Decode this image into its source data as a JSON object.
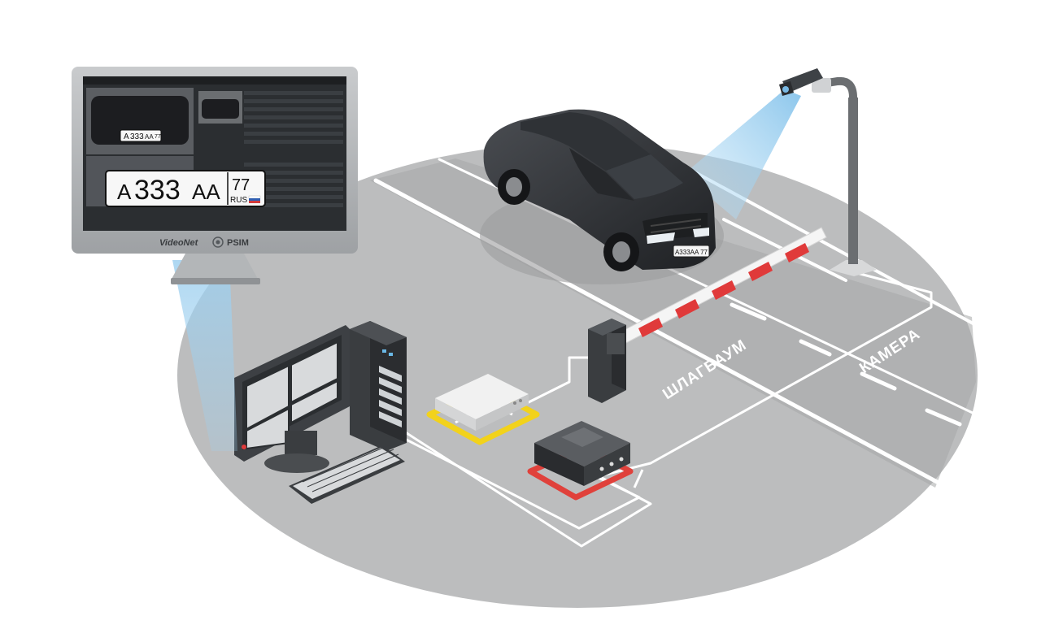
{
  "monitor": {
    "brand": "VideoNet",
    "product": "PSIM",
    "plate_small": {
      "series_left": "A",
      "digits": "333",
      "series_right": "AA",
      "region": "77"
    },
    "plate_large": {
      "series_left": "A",
      "digits": "333",
      "series_right": "AA",
      "region": "77",
      "country": "RUS"
    }
  },
  "car": {
    "plate": "A333AA 77"
  },
  "labels": {
    "barrier": "ШЛАГБАУМ",
    "camera": "КАМЕРА"
  },
  "colors": {
    "ground": "#bdbebf",
    "road": "#a9aaab",
    "line": "#ffffff",
    "cable": "#ffffff",
    "barrier_stripe": "#e03a3a",
    "controller_ring": "#f2d21b",
    "switch_ring": "#e0413b",
    "camera_beam": "#9fd0ef",
    "screen_bg": "#2b2e31"
  },
  "icons": {
    "camera": "cctv-camera-icon",
    "barrier": "boom-barrier-icon",
    "monitor": "monitor-icon",
    "server": "server-icon",
    "keyboard": "keyboard-icon",
    "controller": "controller-box-icon",
    "switch": "network-switch-icon",
    "car": "car-icon"
  }
}
